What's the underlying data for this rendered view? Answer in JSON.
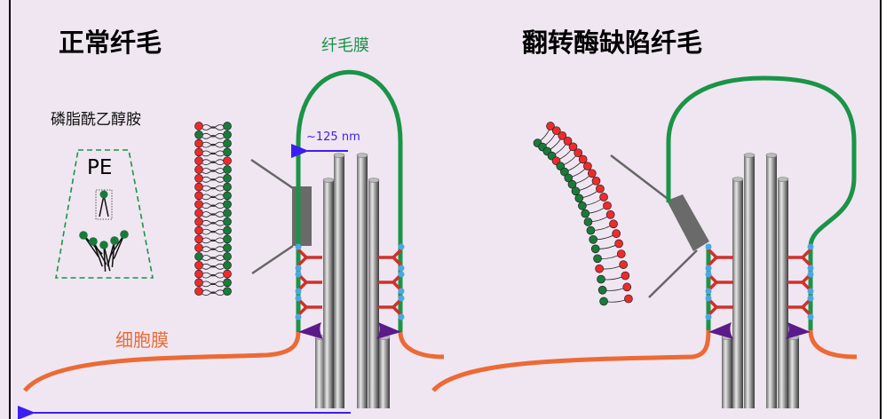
{
  "left_panel": {
    "title": "正常纤毛",
    "ciliary_membrane_label": "纤毛膜",
    "pe_full_name": "磷脂酰乙醇胺",
    "pe_abbrev": "PE",
    "distance_label": "~125 nm",
    "cell_membrane_label": "细胞膜"
  },
  "right_panel": {
    "title": "翻转酶缺陷纤毛"
  },
  "colors": {
    "background": "#efe6f1",
    "ciliary_membrane": "#1a9446",
    "cell_membrane": "#ec6a35",
    "arrow": "#3a1ff0",
    "linker": "#d0302b",
    "dot": "#4aa8e0",
    "basal": "#5b1a8a",
    "head_red": "#ee2b2b",
    "head_green": "#1a7a3a"
  }
}
